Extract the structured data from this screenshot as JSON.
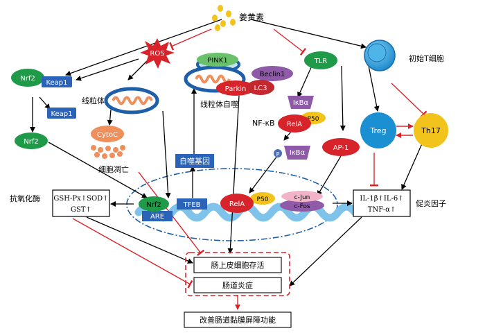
{
  "curcumin": "姜黄素",
  "ros": "ROS",
  "tlr": "TLR",
  "naive_t": "初始T细胞",
  "nrf2_top": "Nrf2",
  "keap1_top": "Keap1",
  "keap1_free": "Keap1",
  "nrf2_free": "Nrf2",
  "mitochondria": "线粒体",
  "cytoc": "CytoC",
  "apoptosis": "细胞凋亡",
  "pink1": "PINK1",
  "beclin1": "Beclin1",
  "parkin": "Parkin",
  "lc3": "LC3",
  "mitophagy": "线粒体自噬",
  "autophagy_gene": "自噬基因",
  "ikba_top": "IκBα",
  "nfkb": "NF-κB",
  "rela_cyto": "RelA",
  "p50_cyto": "P50",
  "p_marker": "P",
  "ikba_p": "IκBα",
  "ap1": "AP-1",
  "treg": "Treg",
  "th17": "Th17",
  "antioxidant_label": "抗氧化酶",
  "enzymes": [
    "GSH-Px↑SOD↑",
    "GST↑"
  ],
  "nrf2_nuc": "Nrf2",
  "are": "ARE",
  "tfeb": "TFEB",
  "rela_nuc": "RelA",
  "p50_nuc": "P50",
  "cjun": "c-Jun",
  "cfos": "c-Fos",
  "cytokines": [
    "IL-1β↑IL-6↑",
    "TNF-α↑"
  ],
  "proinflam_label": "促炎因子",
  "epithelial_survival": "肠上皮细胞存活",
  "inflammation": "肠道炎症",
  "barrier": "改善肠道黏膜屏障功能",
  "colors": {
    "green": "#1f9a49",
    "blue": "#2a63b8",
    "red": "#d7242a",
    "orange": "#ee8f5c",
    "purple": "#8f5aa8",
    "cyan": "#1a8fd2",
    "yellow": "#f2c31b"
  }
}
